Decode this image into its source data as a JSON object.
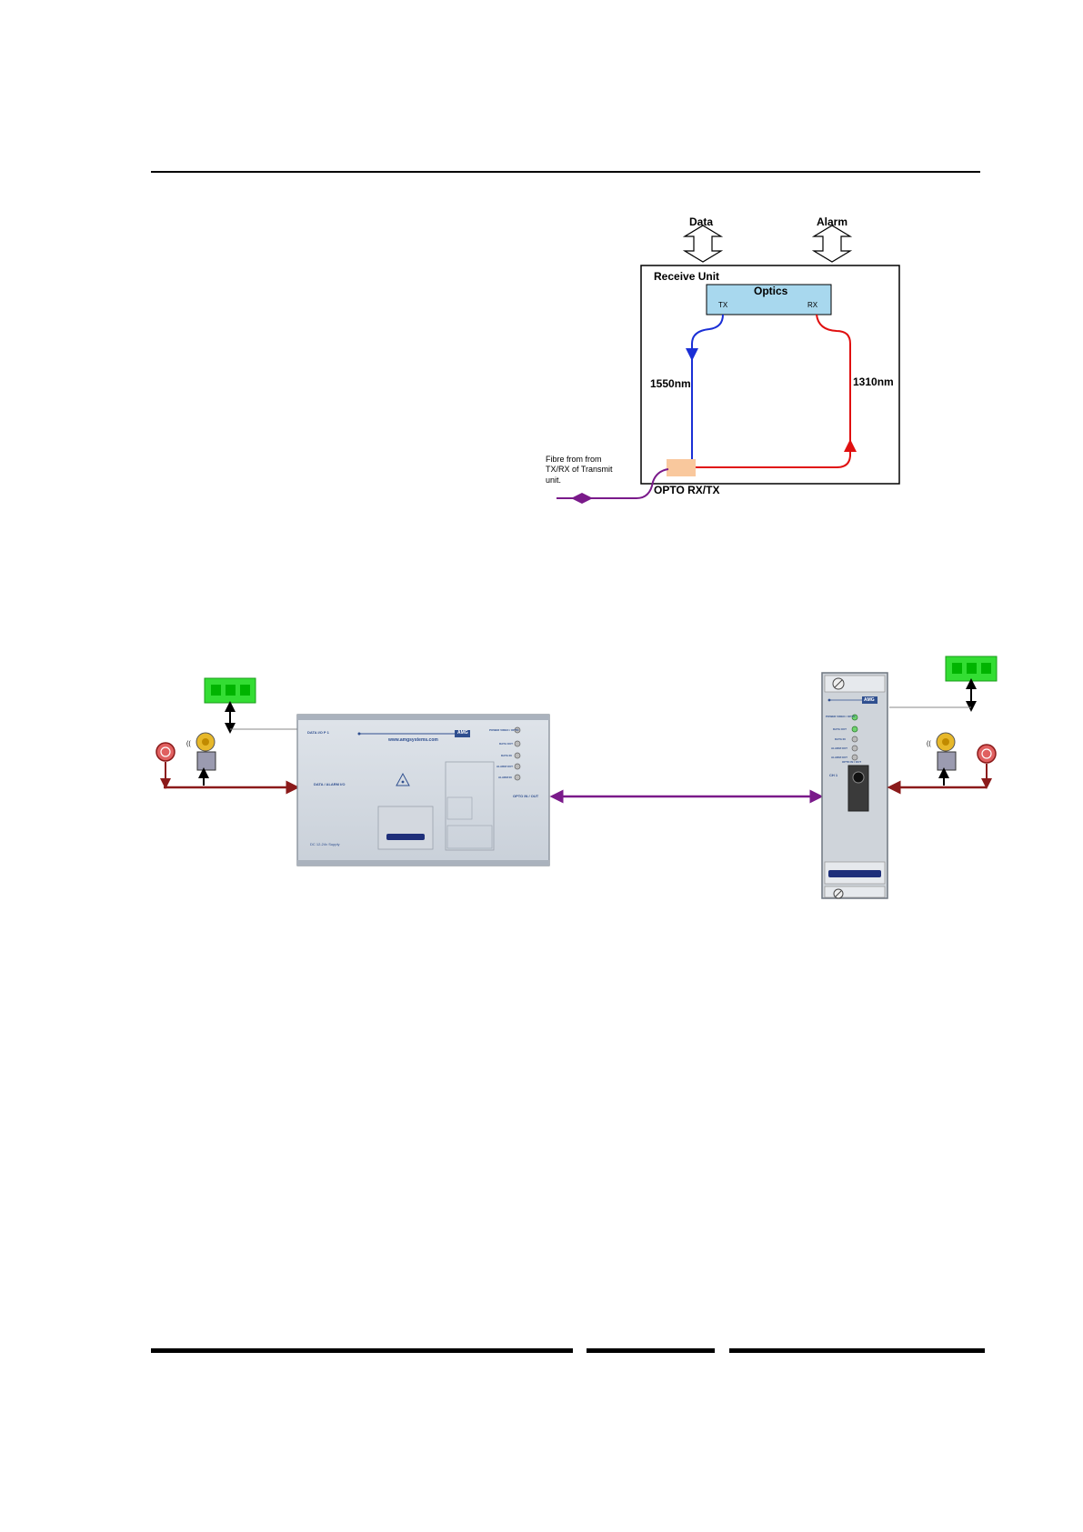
{
  "diagram": {
    "data_label": "Data",
    "alarm_label": "Alarm",
    "receive_unit_label": "Receive Unit",
    "optics_label": "Optics",
    "tx_label": "TX",
    "rx_label": "RX",
    "wavelength_down": "1550nm",
    "wavelength_up": "1310nm",
    "fibre_note_line1": "Fibre from from",
    "fibre_note_line2": "TX/RX of Transmit",
    "fibre_note_line3": "unit.",
    "port_label": "OPTO RX/TX"
  },
  "system": {
    "left_unit": {
      "port_top": "DATA I/O P 1",
      "brand": "AMG",
      "website": "www.amgsystems.com",
      "port_side": "DATA / ALARM I/O",
      "opto_port": "OPTO IN / OUT",
      "leds": [
        "POWER VIDEO / OPTO",
        "DATA OUT",
        "DATA IN",
        "ALARM OUT",
        "ALARM IN"
      ],
      "footer_note": "DC 12-24v Supply"
    },
    "right_unit": {
      "brand": "AMG",
      "leds": [
        "POWER VIDEO / OPTO",
        "DATA OUT",
        "DATA IN",
        "ALARM OUT",
        "ALARM OUT"
      ],
      "opto_port": "OPTO IN / OUT",
      "ch_label": "CH 1"
    },
    "colors": {
      "link": "#7a1a8a",
      "data_bus": "#8b1a1a",
      "tx_fibre": "#1a2fd6",
      "rx_fibre": "#e01010",
      "optics_fill": "#a8d8ee",
      "keypad": "#33dd33"
    }
  }
}
